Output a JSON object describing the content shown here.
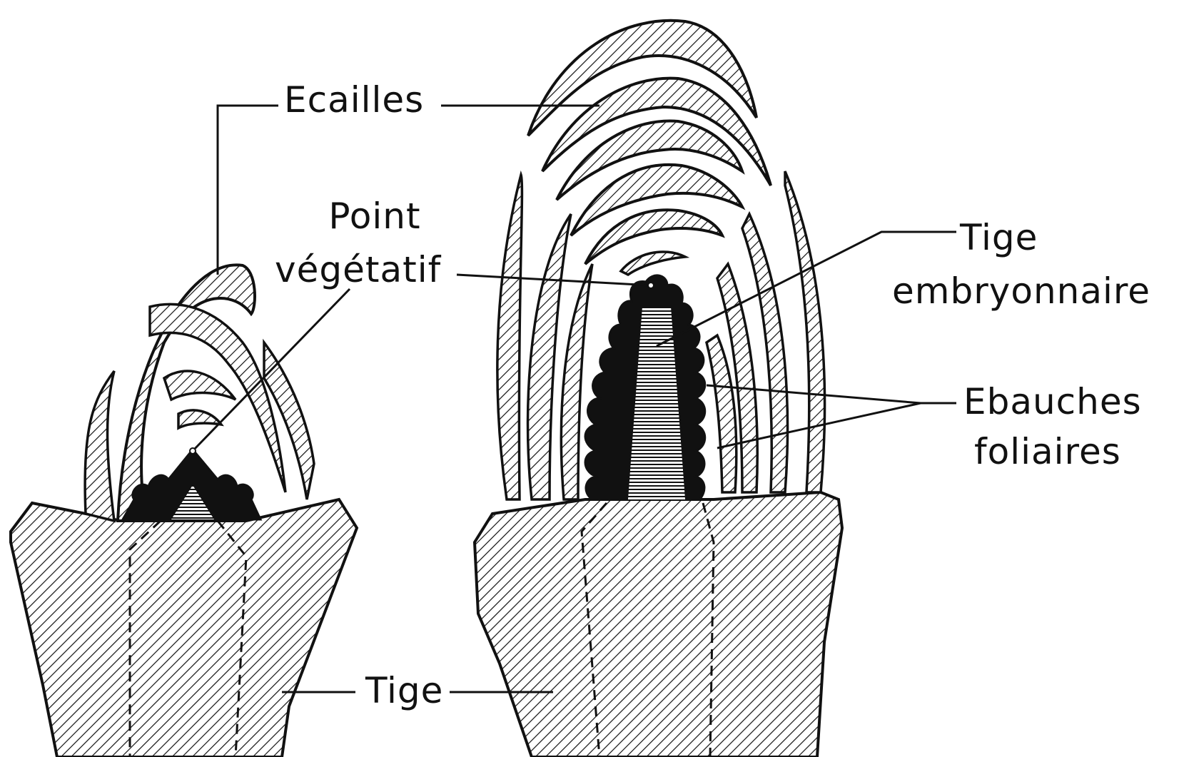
{
  "labels": {
    "ecailles": "Ecailles",
    "point_line1": "Point",
    "point_line2": "végétatif",
    "tige_emb_line1": "Tige",
    "tige_emb_line2": "embryonnaire",
    "ebauches_line1": "Ebauches",
    "ebauches_line2": "foliaires",
    "tige": "Tige"
  },
  "colors": {
    "ink": "#111111",
    "paper": "#ffffff"
  }
}
